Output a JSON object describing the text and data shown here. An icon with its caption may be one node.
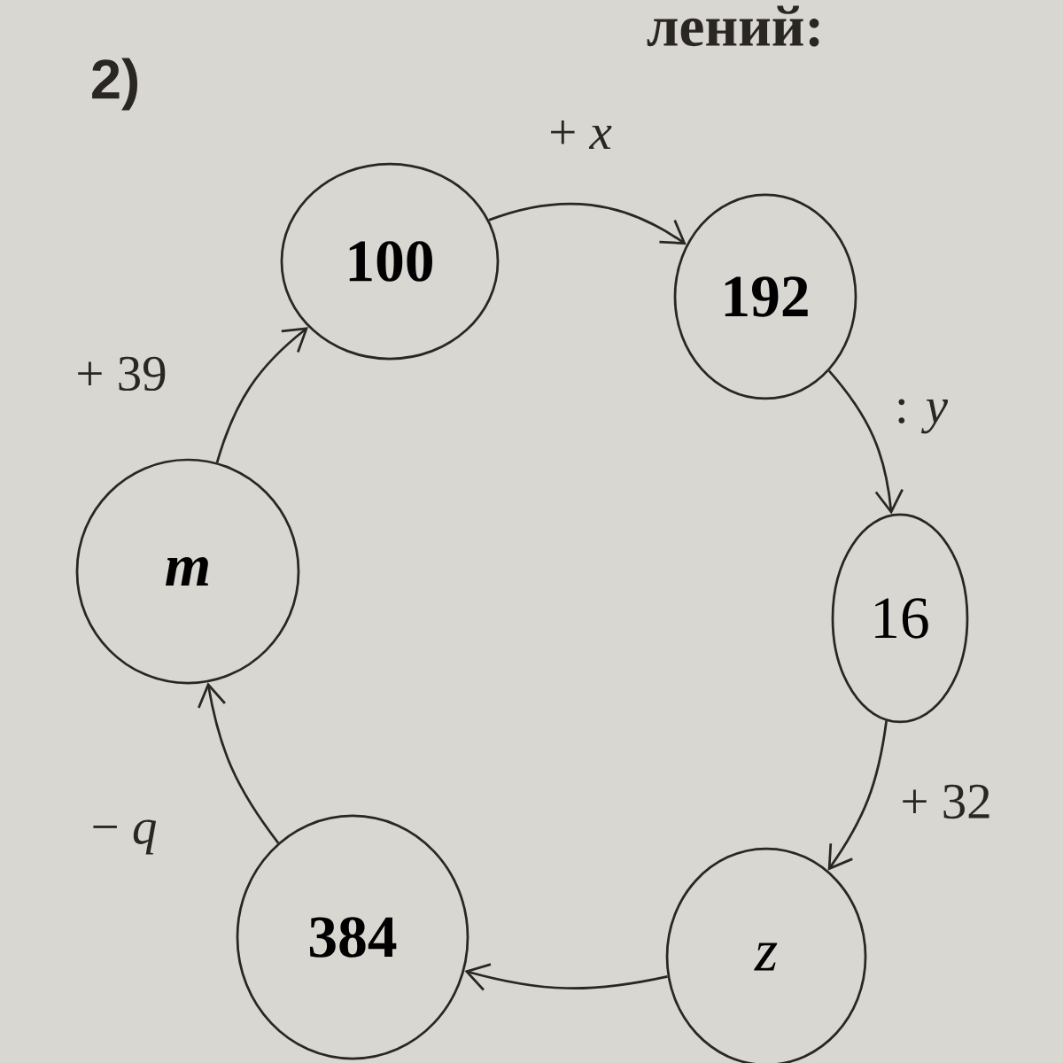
{
  "diagram": {
    "nodes": [
      {
        "text": [
          "100"
        ]
      },
      {
        "text": [
          "192"
        ]
      },
      {
        "text": [
          "16"
        ]
      },
      {
        "text": [
          "z"
        ]
      },
      {
        "text": [
          "384"
        ]
      },
      {
        "text": [
          "m"
        ]
      }
    ],
    "edges": [
      {
        "from": 0,
        "to": 1,
        "arrow": "to",
        "label": "+ *x*"
      },
      {
        "from": 1,
        "to": 2,
        "arrow": "to",
        "label": ": *y*"
      },
      {
        "from": 2,
        "to": 3,
        "arrow": "to",
        "label": "+ 32"
      },
      {
        "from": 3,
        "to": 4,
        "arrow": "to"
      },
      {
        "from": 4,
        "to": 5,
        "arrow": "to",
        "label": "− *q*"
      },
      {
        "from": 5,
        "to": 0,
        "arrow": "to",
        "label": "+ 39"
      }
    ],
    "labels": [
      "лений:",
      "2)"
    ]
  }
}
